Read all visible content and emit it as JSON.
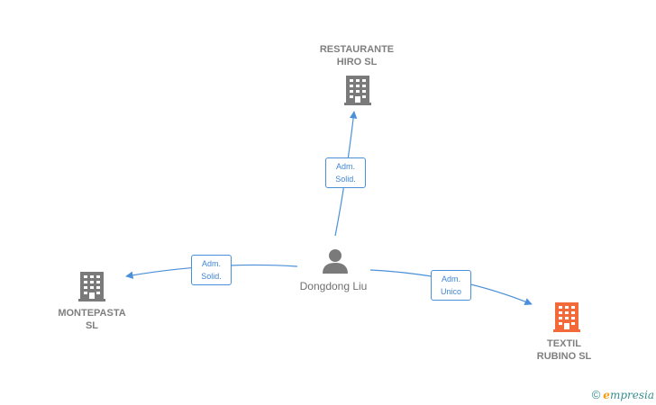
{
  "nodes": {
    "restaurante": {
      "line1": "RESTAURANTE",
      "line2": "HIRO  SL",
      "icon": "building-icon",
      "color": "#7a7a7a"
    },
    "montepasta": {
      "line1": "MONTEPASTA",
      "line2": "SL",
      "icon": "building-icon",
      "color": "#7a7a7a"
    },
    "textil": {
      "line1": "TEXTIL",
      "line2": "RUBINO  SL",
      "icon": "building-icon",
      "color": "#f26a3a"
    },
    "person": {
      "name": "Dongdong Liu",
      "icon": "person-icon",
      "color": "#7a7a7a"
    }
  },
  "edges": {
    "to_restaurante": {
      "line1": "Adm.",
      "line2": "Solid."
    },
    "to_montepasta": {
      "line1": "Adm.",
      "line2": "Solid."
    },
    "to_textil": {
      "line1": "Adm.",
      "line2": "Unico"
    }
  },
  "colors": {
    "edge": "#4a90d9"
  },
  "footer": {
    "copyright": "©",
    "brand_initial": "e",
    "brand_rest": "mpresia"
  }
}
